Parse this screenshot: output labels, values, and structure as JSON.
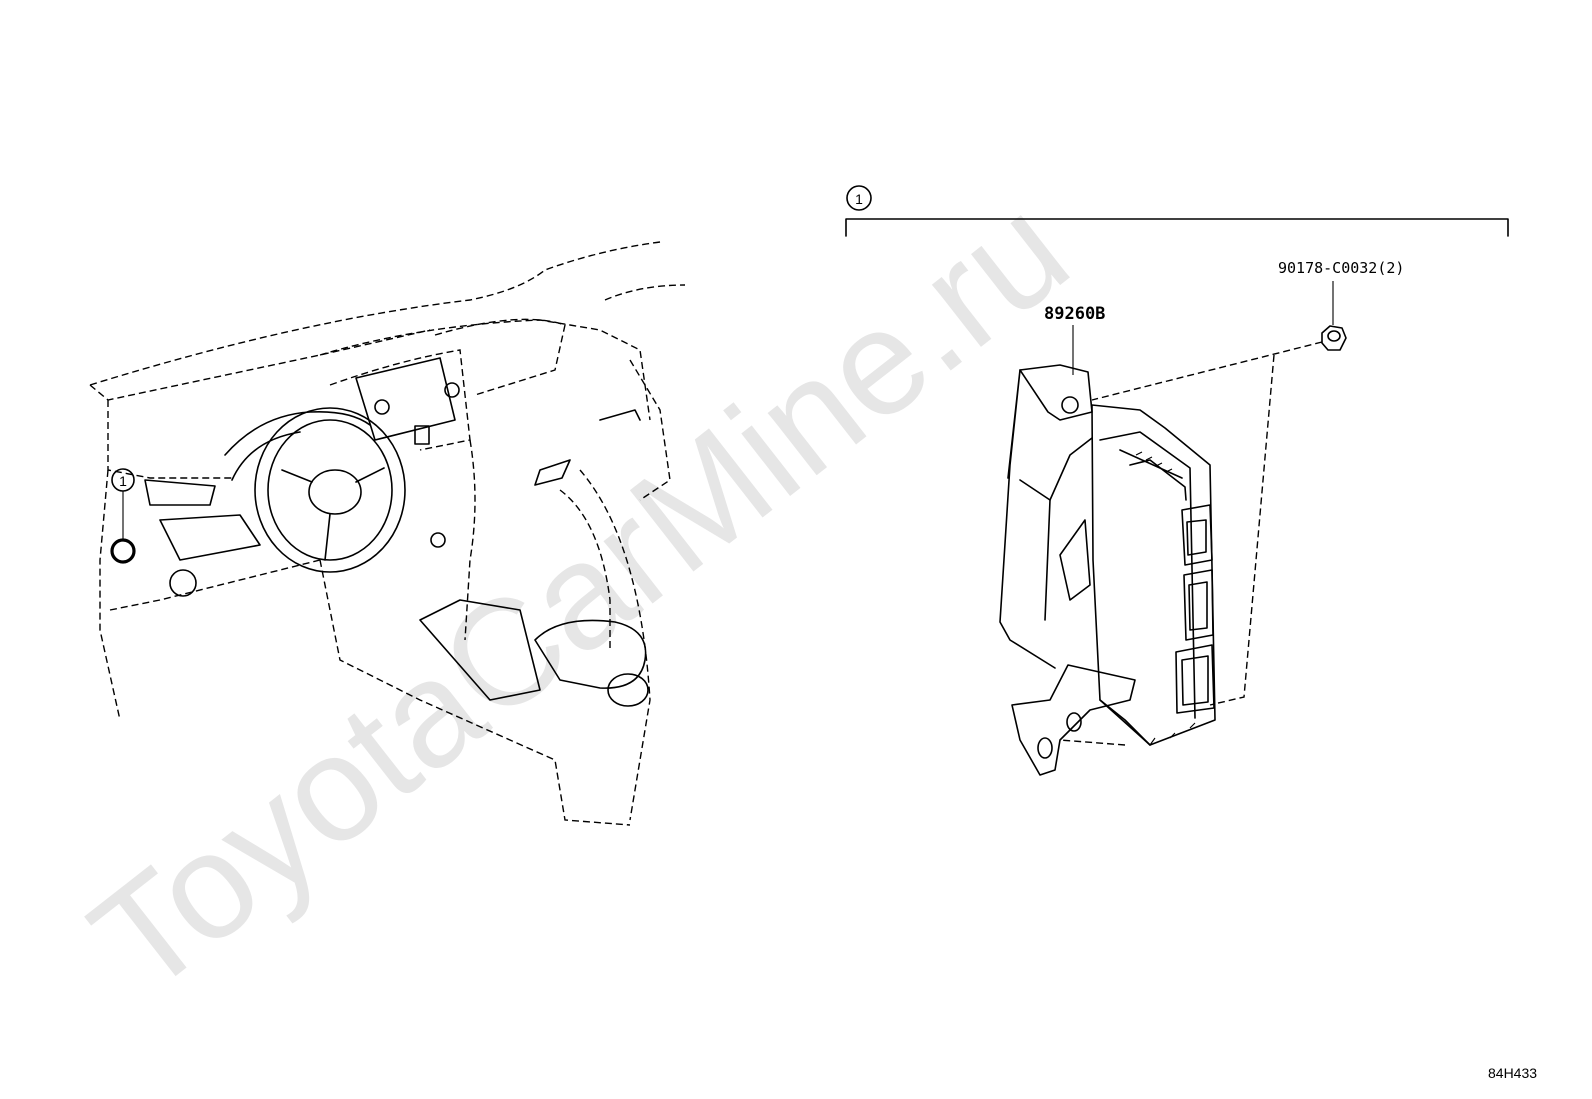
{
  "watermark": "ToyotaCarMine.ru",
  "group": {
    "callout": "1"
  },
  "parts": [
    {
      "id": "ecu",
      "part_number": "89260B"
    },
    {
      "id": "nut",
      "part_number": "90178-C0032(2)"
    }
  ],
  "location_marker": {
    "callout": "1"
  },
  "diagram_code": "84H433"
}
